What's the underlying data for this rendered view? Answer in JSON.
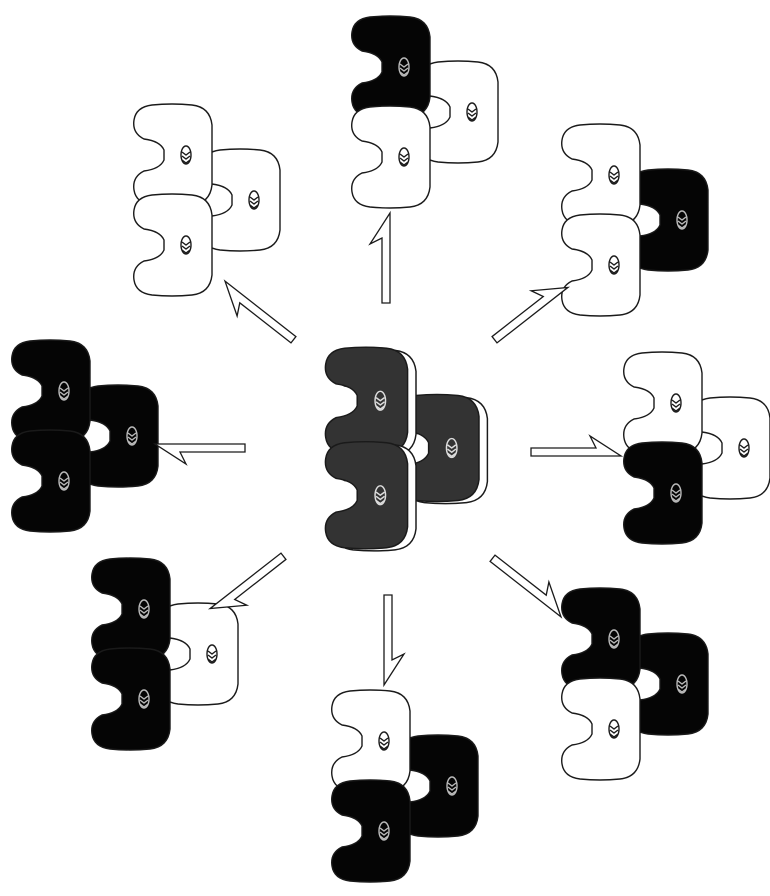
{
  "colors": {
    "background": "#ffffff",
    "active": "#050505",
    "inactive": "#ffffff",
    "outline": "#1a1a1a",
    "center_fill": "#333333",
    "center_shadow": "#ffffff"
  },
  "center_trimer": {
    "state": "mixed",
    "subunit_states": [
      "mixed",
      "mixed",
      "mixed"
    ]
  },
  "trimers": [
    {
      "id": "top",
      "subunit_states": [
        "active",
        "inactive",
        "inactive"
      ]
    },
    {
      "id": "top-right",
      "subunit_states": [
        "inactive",
        "active",
        "inactive"
      ]
    },
    {
      "id": "right",
      "subunit_states": [
        "inactive",
        "inactive",
        "active"
      ]
    },
    {
      "id": "bottom-right",
      "subunit_states": [
        "active",
        "active",
        "inactive"
      ]
    },
    {
      "id": "bottom",
      "subunit_states": [
        "inactive",
        "active",
        "active"
      ]
    },
    {
      "id": "bottom-left",
      "subunit_states": [
        "active",
        "inactive",
        "active"
      ]
    },
    {
      "id": "left",
      "subunit_states": [
        "active",
        "active",
        "active"
      ]
    },
    {
      "id": "top-left",
      "subunit_states": [
        "inactive",
        "inactive",
        "inactive"
      ]
    }
  ],
  "arrows": [
    {
      "to": "top"
    },
    {
      "to": "top-right"
    },
    {
      "to": "right"
    },
    {
      "to": "bottom-right"
    },
    {
      "to": "bottom"
    },
    {
      "to": "bottom-left"
    },
    {
      "to": "left"
    },
    {
      "to": "top-left"
    }
  ]
}
